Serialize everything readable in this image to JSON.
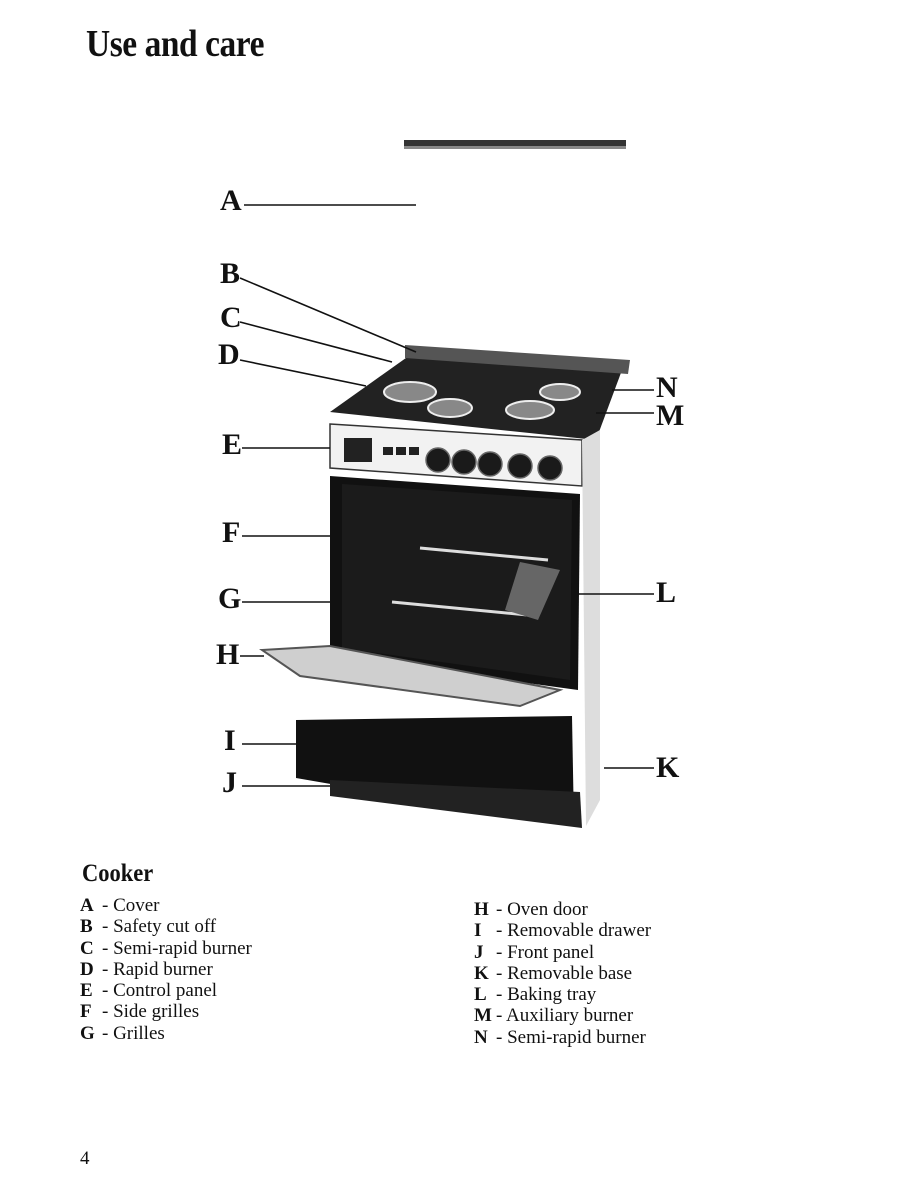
{
  "page": {
    "title": "Use and care",
    "page_number": "4"
  },
  "figure": {
    "callouts": [
      "A",
      "B",
      "C",
      "D",
      "E",
      "F",
      "G",
      "H",
      "I",
      "J",
      "N",
      "M",
      "L",
      "K"
    ]
  },
  "legend": {
    "heading": "Cooker",
    "left": [
      {
        "key": "A",
        "label": "- Cover"
      },
      {
        "key": "B",
        "label": "- Safety cut off"
      },
      {
        "key": "C",
        "label": "- Semi-rapid burner"
      },
      {
        "key": "D",
        "label": "- Rapid burner"
      },
      {
        "key": "E",
        "label": "- Control panel"
      },
      {
        "key": "F",
        "label": "- Side grilles"
      },
      {
        "key": "G",
        "label": "- Grilles"
      }
    ],
    "right": [
      {
        "key": "H",
        "label": "- Oven door"
      },
      {
        "key": "I",
        "label": "- Removable drawer"
      },
      {
        "key": "J",
        "label": "- Front panel"
      },
      {
        "key": "K",
        "label": "- Removable base"
      },
      {
        "key": "L",
        "label": "- Baking tray"
      },
      {
        "key": "M",
        "label": "- Auxiliary burner"
      },
      {
        "key": "N",
        "label": "- Semi-rapid burner"
      }
    ]
  }
}
